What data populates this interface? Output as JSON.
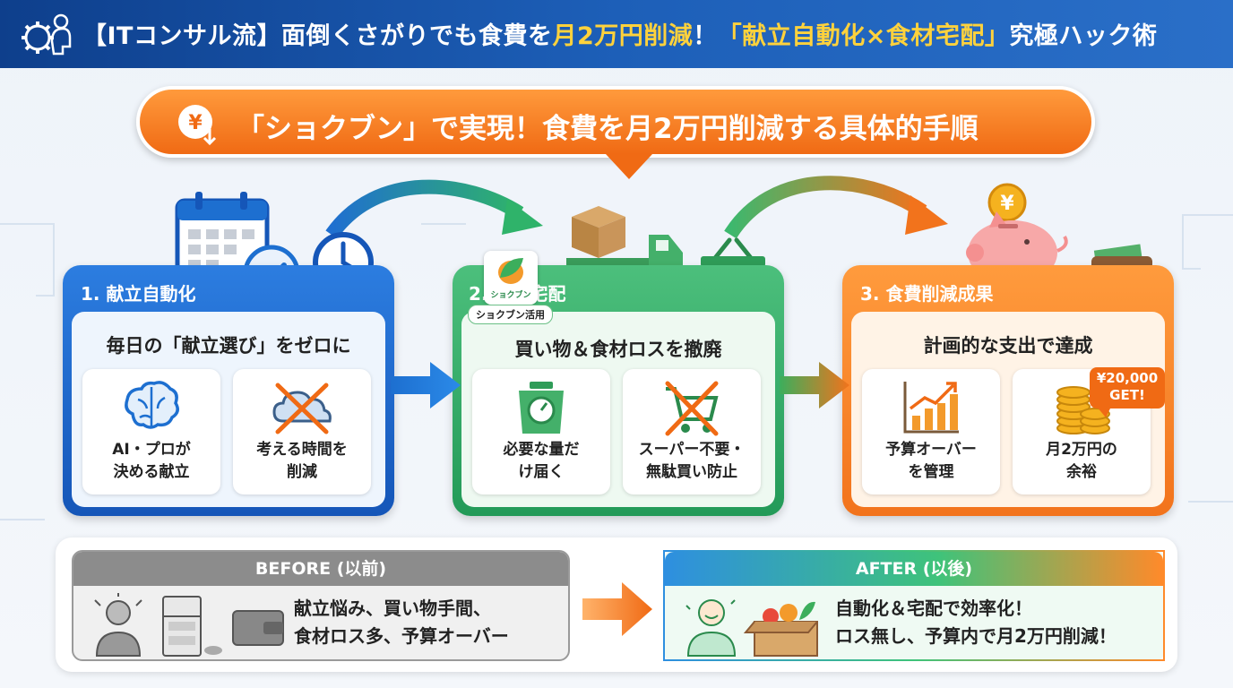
{
  "header": {
    "title_part1": "【ITコンサル流】面倒くさがりでも食費を",
    "title_highlight1": "月2万円削減",
    "title_part2": "！",
    "title_highlight2": "「献立自動化×食材宅配」",
    "title_part3": "究極ハック術"
  },
  "banner": {
    "text": "「ショクブン」で実現！食費を月2万円削減する具体的手順"
  },
  "steps": [
    {
      "title": "1. 献立自動化",
      "subtitle": "毎日の「献立選び」をゼロに",
      "items": [
        {
          "label": "AI・プロが\n決める献立",
          "icon": "brain-icon"
        },
        {
          "label": "考える時間を\n削減",
          "icon": "crossed-cloud-icon"
        }
      ]
    },
    {
      "title": "2. 食材宅配",
      "logo_text": "ショクブン",
      "tag": "ショクブン活用",
      "subtitle": "買い物＆食材ロスを撤廃",
      "items": [
        {
          "label": "必要な量だ\nけ届く",
          "icon": "scale-icon"
        },
        {
          "label": "スーパー不要・\n無駄買い防止",
          "icon": "crossed-cart-icon"
        }
      ]
    },
    {
      "title": "3. 食費削減成果",
      "subtitle": "計画的な支出で達成",
      "badge": "¥20,000\nGET!",
      "items": [
        {
          "label": "予算オーバー\nを管理",
          "icon": "growth-chart-icon"
        },
        {
          "label": "月2万円の\n余裕",
          "icon": "coin-stack-icon"
        }
      ]
    }
  ],
  "before": {
    "header": "BEFORE (以前)",
    "text": "献立悩み、買い物手間、\n食材ロス多、予算オーバー"
  },
  "after": {
    "header": "AFTER (以後)",
    "text": "自動化＆宅配で効率化！\nロス無し、予算内で月2万円削減！"
  },
  "colors": {
    "blue": "#1d5fb8",
    "green": "#239a58",
    "orange": "#f2731c",
    "highlight": "#ffd23c"
  }
}
